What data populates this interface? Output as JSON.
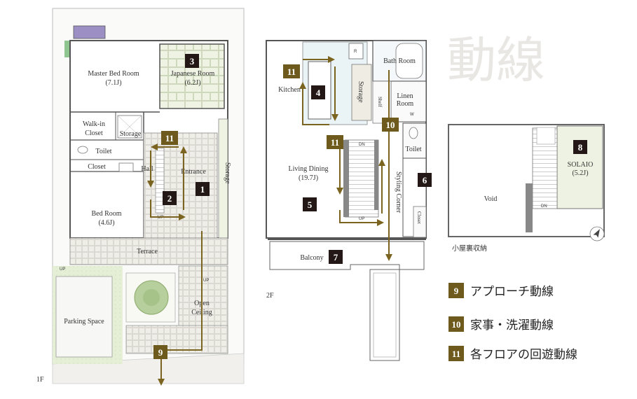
{
  "title": "動線",
  "floor_labels": {
    "first": "1F",
    "second": "2F"
  },
  "rooms": {
    "master_bed_room": "Master Bed Room",
    "master_bed_size": "(7.1J)",
    "japanese_room": "Japanese Room",
    "japanese_room_size": "(6.2J)",
    "walkin_closet_1": "Walk-in",
    "walkin_closet_2": "Closet",
    "storage_1f": "Storage",
    "toilet_1f": "Toilet",
    "closet_1f": "Closet",
    "hall": "Hall",
    "entrance": "Entrance",
    "storage_entrance": "Storage",
    "bed_room": "Bed Room",
    "bed_room_size": "(4.6J)",
    "terrace": "Terrace",
    "parking": "Parking Space",
    "open_ceiling_1": "Open",
    "open_ceiling_2": "Ceiling",
    "kitchen": "Kitchen",
    "storage_2f": "Storage",
    "shelf": "Shelf",
    "bath_room": "Bath Room",
    "linen_room_1": "Linen",
    "linen_room_2": "Room",
    "toilet_2f": "Toilet",
    "living_dining": "Living Dining",
    "living_dining_size": "(19.7J)",
    "styling_corner": "Styling Corner",
    "closet_2f": "Closet",
    "balcony": "Balcony",
    "void": "Void",
    "solaio": "SOLAIO",
    "solaio_size": "(5.2J)",
    "attic_caption": "小屋裏収納",
    "refrigerator_mark": "R",
    "washer_mark": "W",
    "up": "UP",
    "dn": "DN"
  },
  "badges": {
    "b1": "1",
    "b2": "2",
    "b3": "3",
    "b4": "4",
    "b5": "5",
    "b6": "6",
    "b7": "7",
    "b8": "8",
    "b9": "9",
    "b10": "10",
    "b11": "11"
  },
  "legend": [
    {
      "number": "9",
      "text": "アプローチ動線"
    },
    {
      "number": "10",
      "text": "家事・洗濯動線"
    },
    {
      "number": "11",
      "text": "各フロアの回遊動線"
    }
  ],
  "colors": {
    "badge_dark": "#231815",
    "badge_gold": "#6d5a1c",
    "route": "#7a6420",
    "wall": "#555555",
    "tile": "#e4e2dc",
    "lawn": "#dfeccd",
    "pool": "#9b8fc4"
  }
}
